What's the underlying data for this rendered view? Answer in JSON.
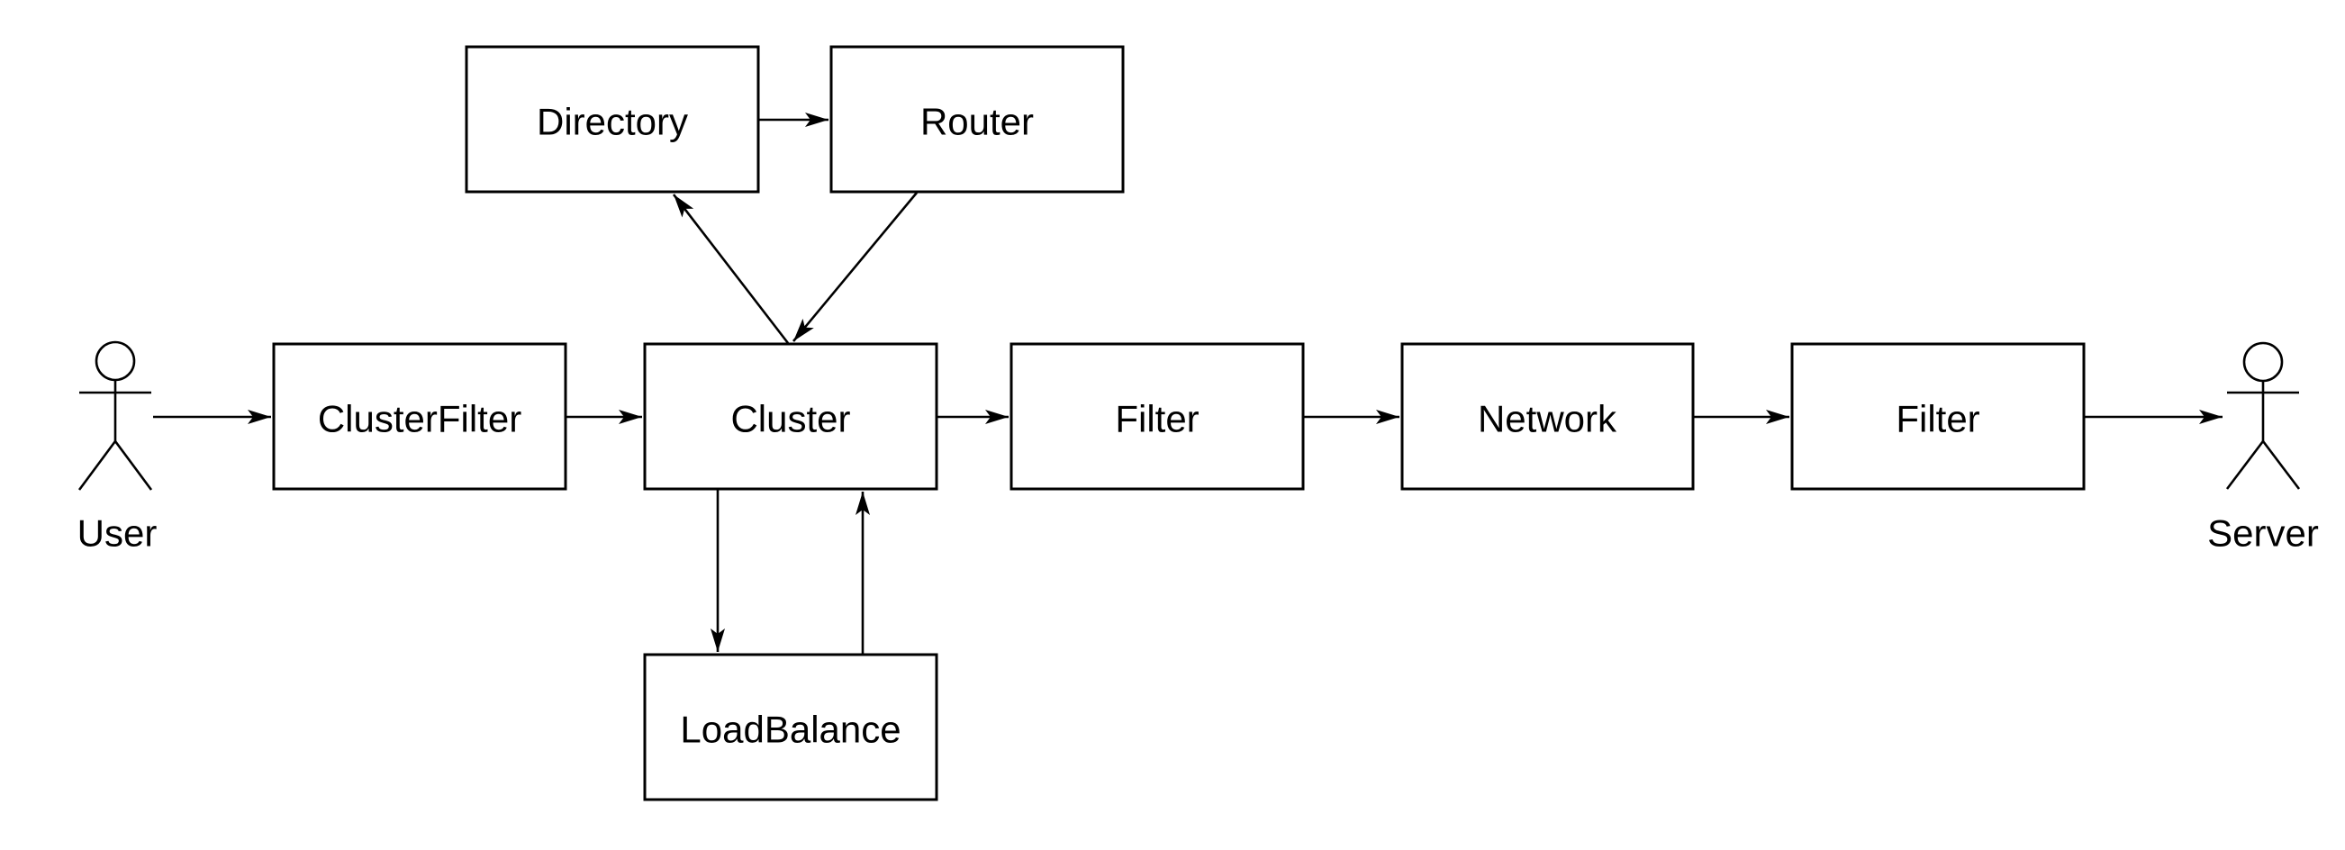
{
  "page": {
    "background_color": "#ffffff",
    "stroke_color": "#000000",
    "shape_fill_color": "#ffffff"
  },
  "diagram": {
    "type": "flow-diagram",
    "actors": [
      {
        "id": "user",
        "label": "User"
      },
      {
        "id": "server",
        "label": "Server"
      }
    ],
    "nodes": [
      {
        "id": "directory",
        "label": "Directory"
      },
      {
        "id": "router",
        "label": "Router"
      },
      {
        "id": "clusterfilter",
        "label": "ClusterFilter"
      },
      {
        "id": "cluster",
        "label": "Cluster"
      },
      {
        "id": "filter1",
        "label": "Filter"
      },
      {
        "id": "network",
        "label": "Network"
      },
      {
        "id": "filter2",
        "label": "Filter"
      },
      {
        "id": "loadbalance",
        "label": "LoadBalance"
      }
    ],
    "edges": [
      {
        "from": "user",
        "to": "clusterfilter"
      },
      {
        "from": "clusterfilter",
        "to": "cluster"
      },
      {
        "from": "cluster",
        "to": "filter1"
      },
      {
        "from": "filter1",
        "to": "network"
      },
      {
        "from": "network",
        "to": "filter2"
      },
      {
        "from": "filter2",
        "to": "server"
      },
      {
        "from": "directory",
        "to": "router"
      },
      {
        "from": "cluster",
        "to": "directory"
      },
      {
        "from": "router",
        "to": "cluster"
      },
      {
        "from": "cluster",
        "to": "loadbalance"
      },
      {
        "from": "loadbalance",
        "to": "cluster"
      }
    ]
  }
}
